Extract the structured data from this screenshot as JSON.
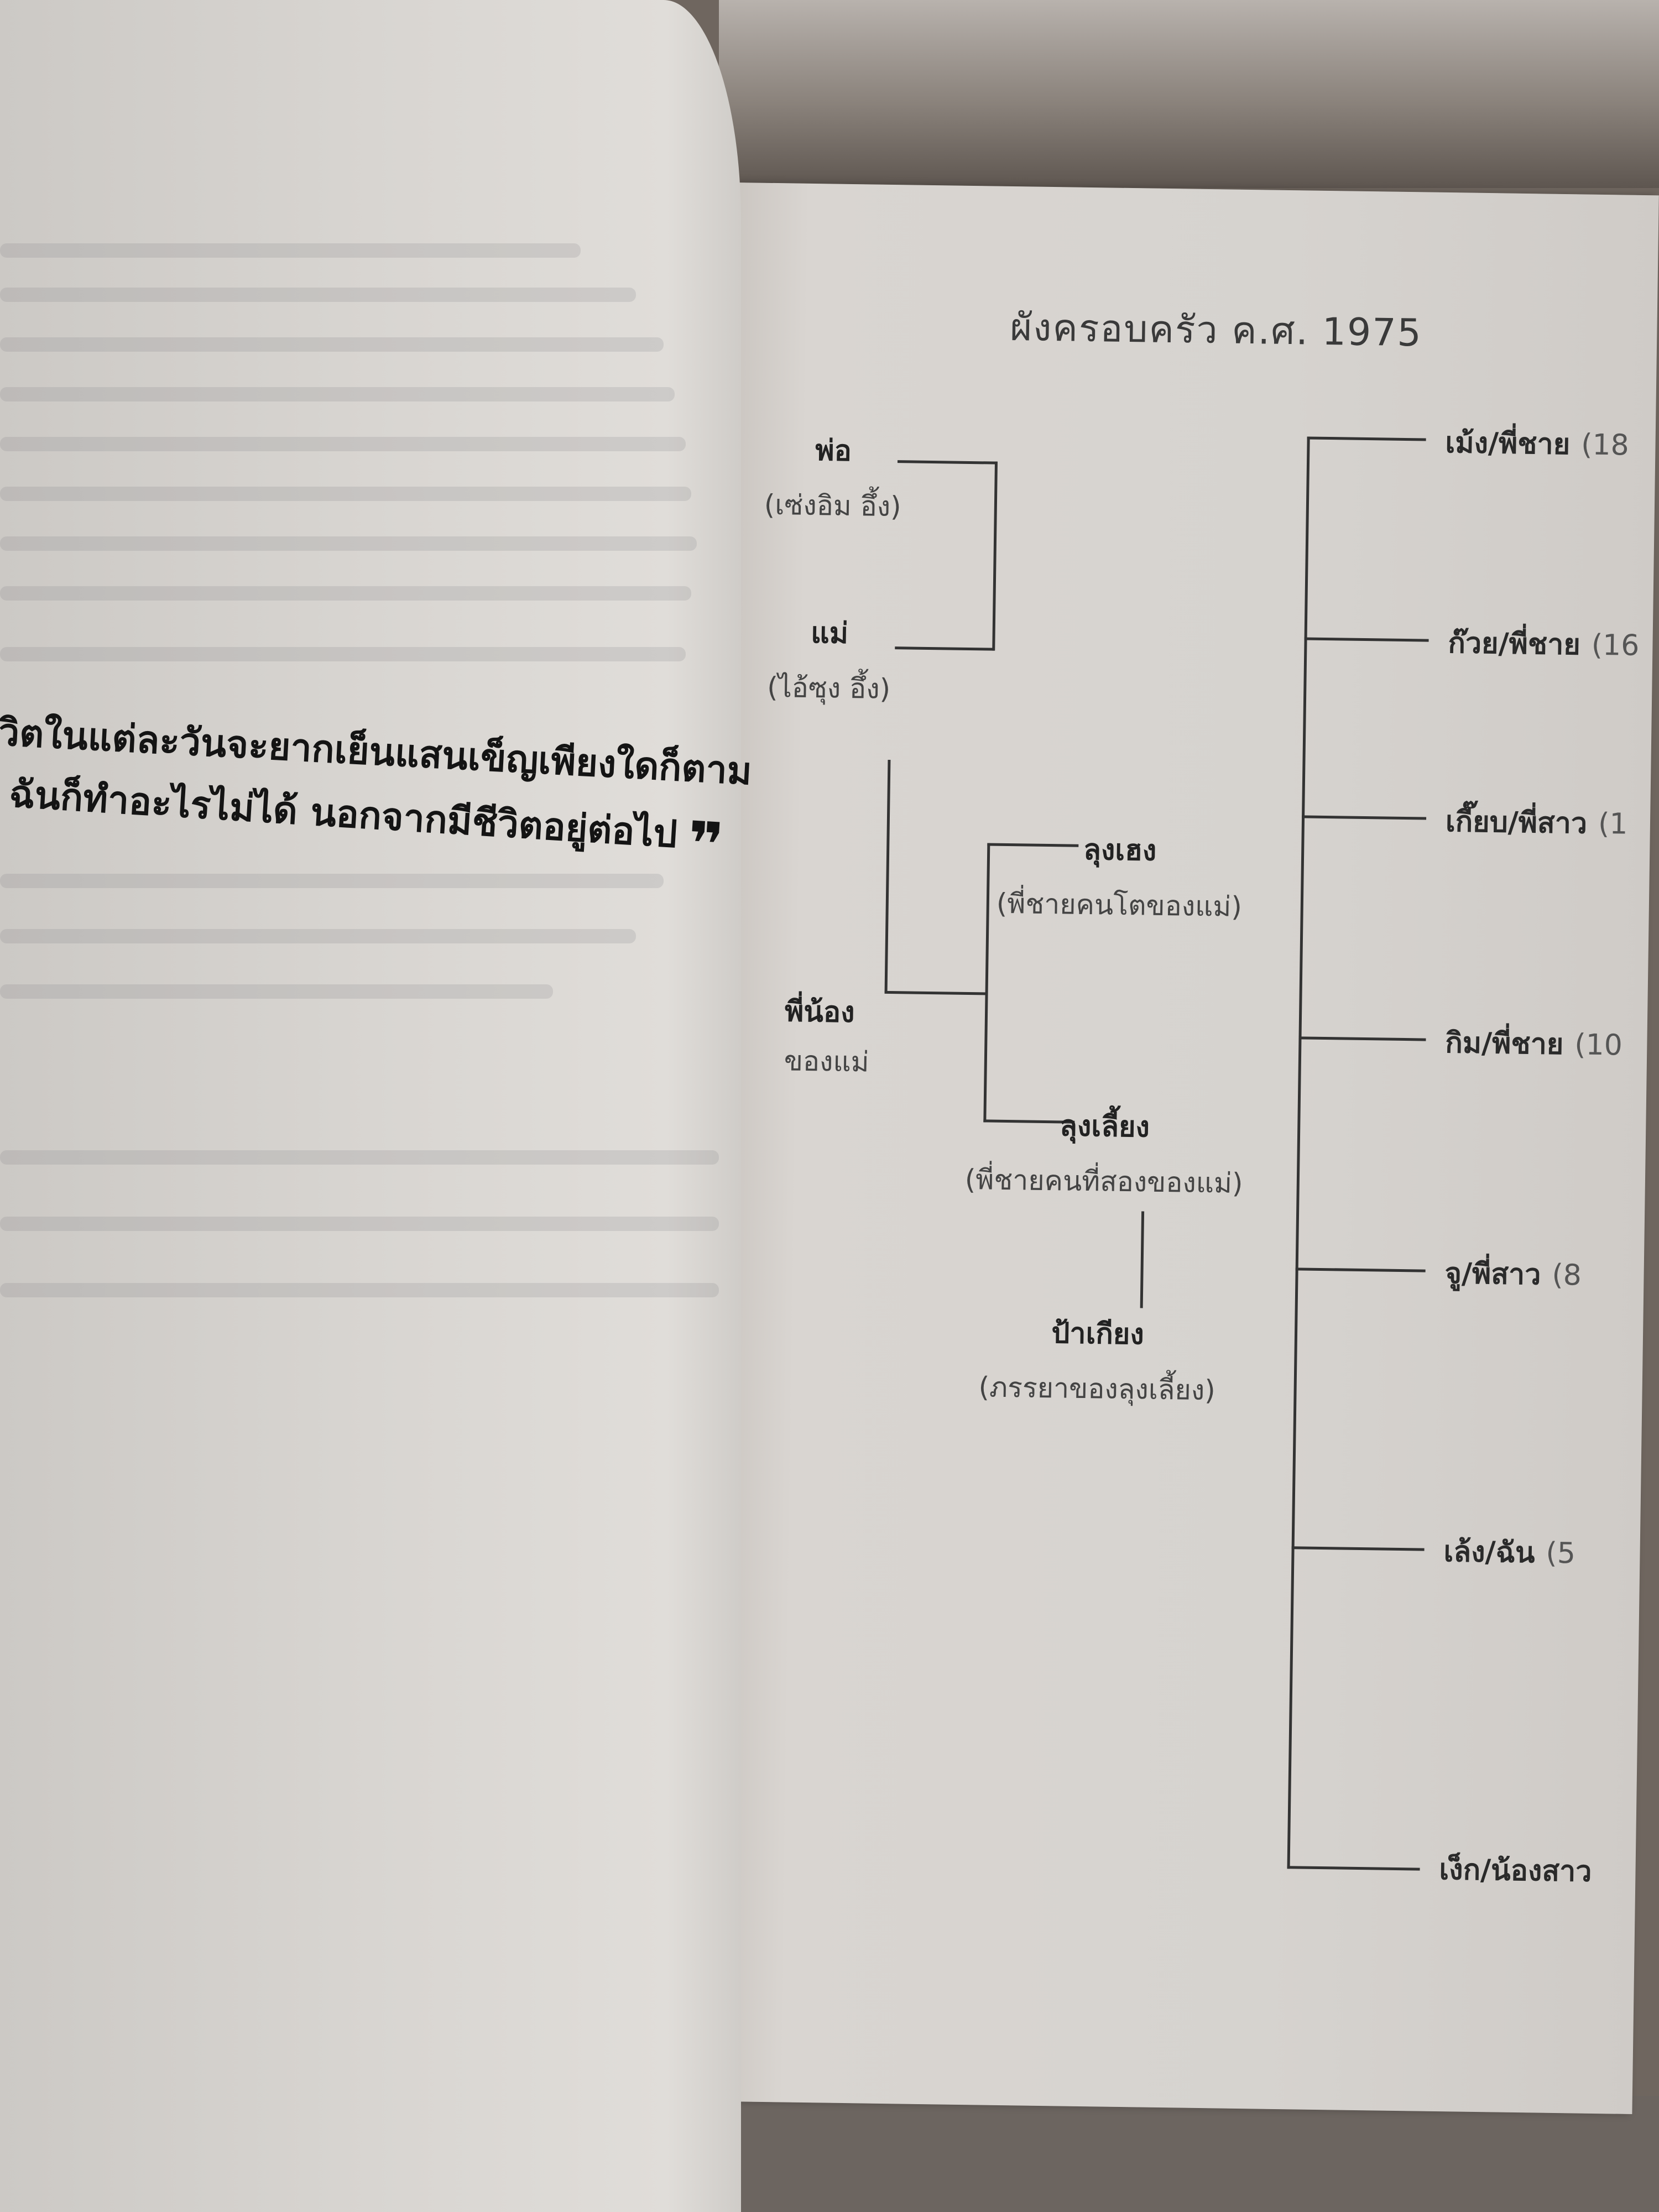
{
  "left_page": {
    "quote_line1": "วิตในแต่ละวันจะยากเย็นแสนเข็ญเพียงใดก็ตาม",
    "quote_line2": "ฉันก็ทำอะไรไม่ได้  นอกจากมีชีวิตอยู่ต่อไป",
    "quote_close_mark": "❞"
  },
  "right_page": {
    "title": "ผังครอบครัว  ค.ศ. 1975",
    "parents": {
      "father": {
        "label": "พ่อ",
        "name": "(เซ่งอิม  อึ้ง)"
      },
      "mother": {
        "label": "แม่",
        "name": "(ไอ้ซุง  อึ้ง)"
      }
    },
    "mothers_siblings": {
      "label_line1": "พี่น้อง",
      "label_line2": "ของแม่",
      "uncle1": {
        "name": "ลุงเฮง",
        "desc": "(พี่ชายคนโตของแม่)"
      },
      "uncle2": {
        "name": "ลุงเลี้ยง",
        "desc": "(พี่ชายคนที่สองของแม่)"
      },
      "aunt": {
        "name": "ป้าเกียง",
        "desc": "(ภรรยาของลุงเลี้ยง)"
      }
    },
    "children": [
      {
        "name": "เม้ง/พี่ชาย",
        "age": "(18"
      },
      {
        "name": "ก๊วย/พี่ชาย",
        "age": "(16"
      },
      {
        "name": "เกี๊ยบ/พี่สาว",
        "age": "(1"
      },
      {
        "name": "กิม/พี่ชาย",
        "age": "(10"
      },
      {
        "name": "จู/พี่สาว",
        "age": "(8"
      },
      {
        "name": "เล้ง/ฉัน",
        "age": "(5"
      },
      {
        "name": "เง็ก/น้องสาว",
        "age": ""
      }
    ]
  }
}
